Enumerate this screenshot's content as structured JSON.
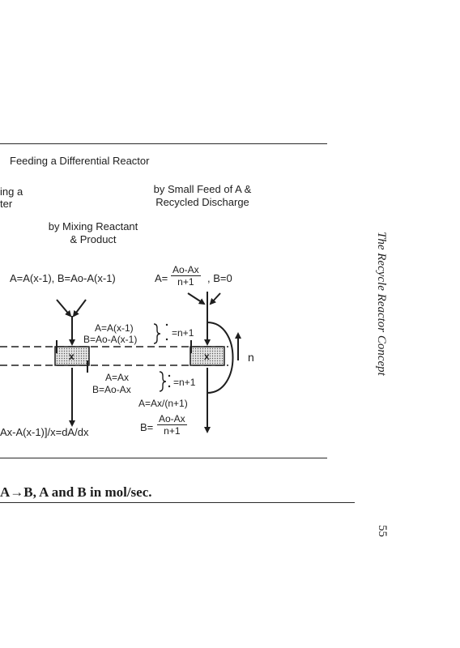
{
  "figure": {
    "title": "Feeding a Differential Reactor",
    "left_partial_label_line1": "ing a",
    "left_partial_label_line2": "ter",
    "mixing_label_line1": "by Mixing Reactant",
    "mixing_label_line2": "& Product",
    "small_feed_label_line1": "by Small Feed of A &",
    "small_feed_label_line2": "Recycled Discharge",
    "mixing_feed_eq": "A=A(x-1), B=Ao-A(x-1)",
    "small_feed_eq_prefix": "A=",
    "small_feed_eq_num": "Ao-Ax",
    "small_feed_eq_den": "n+1",
    "small_feed_eq_suffix": ", B=0",
    "inlet_eq_a": "A=A(x-1)",
    "inlet_eq_b": "B=Ao-A(x-1)",
    "inlet_ratio": "=n+1",
    "reactor_mark": "x",
    "recycle_label": "n",
    "outlet_eq_a": "A=Ax",
    "outlet_eq_b": "B=Ao-Ax",
    "outlet_ratio": "=n+1",
    "discharge_eq_a": "A=Ax/(n+1)",
    "discharge_eq_b_prefix": "B=",
    "discharge_eq_b_num": "Ao-Ax",
    "discharge_eq_b_den": "n+1",
    "rate_eq": "Ax-A(x-1)]/x=dA/dx"
  },
  "caption": "A→B, A and B in mol/sec.",
  "running_head": "The Recycle Reactor Concept",
  "page_number": "55"
}
